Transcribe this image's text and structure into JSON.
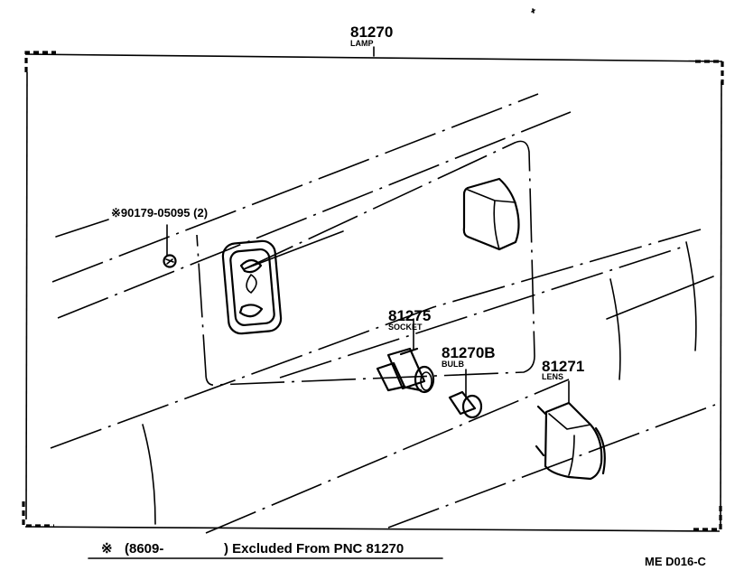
{
  "diagram": {
    "colors": {
      "ink": "#000000",
      "paper": "#ffffff"
    },
    "parts": [
      {
        "id": "lamp",
        "number": "81270",
        "name": "LAMP"
      },
      {
        "id": "screw",
        "number": "※90179-05095 (2)",
        "name": ""
      },
      {
        "id": "socket",
        "number": "81275",
        "name": "SOCKET"
      },
      {
        "id": "bulb",
        "number": "81270B",
        "name": "BULB"
      },
      {
        "id": "lens",
        "number": "81271",
        "name": "LENS"
      }
    ],
    "footnote": {
      "symbol": "※",
      "date_range": "(8609-",
      "text": ") Excluded From PNC 81270"
    },
    "drawing_code": "ME D016-C"
  }
}
